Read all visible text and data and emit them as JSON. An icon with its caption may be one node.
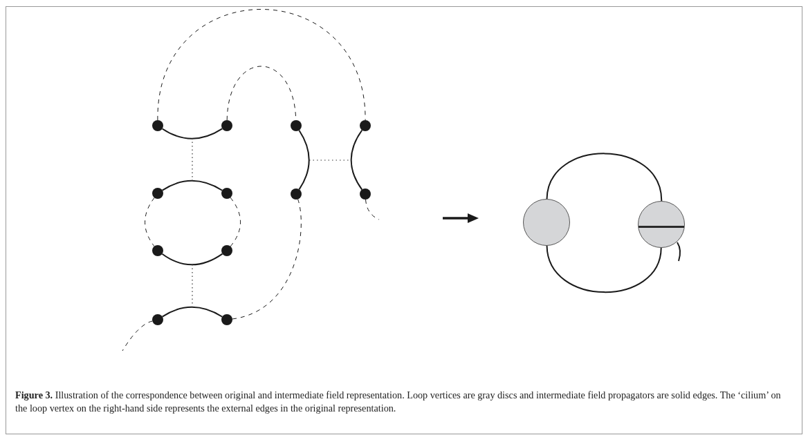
{
  "diagram": {
    "caption": "**Figure 3.** Illustration of the correspondence between original and intermediate field representation. Loop vertices are gray discs and intermediate field propagators are solid edges. The ‘cilium’ on the loop vertex on the right-hand side represents the external edges in the original representation.",
    "nodes": [
      {
        "text": [],
        "shape": "circle"
      },
      {
        "text": [],
        "shape": "circle"
      },
      {
        "text": [],
        "shape": "circle"
      },
      {
        "text": [],
        "shape": "circle"
      },
      {
        "text": [],
        "shape": "circle"
      },
      {
        "text": [],
        "shape": "circle"
      },
      {
        "text": [],
        "shape": "circle"
      },
      {
        "text": [],
        "shape": "circle"
      },
      {
        "text": [],
        "shape": "circle"
      },
      {
        "text": [],
        "shape": "circle"
      },
      {
        "text": [],
        "shape": "circle"
      },
      {
        "text": [],
        "shape": "circle"
      },
      {
        "text": [],
        "shape": "circle"
      },
      {
        "text": [],
        "shape": "circle"
      }
    ],
    "edges": [
      {
        "from": 0,
        "to": 1,
        "arrow": "none"
      },
      {
        "from": 0,
        "to": 3,
        "arrow": "none",
        "style": "dashed"
      },
      {
        "from": 1,
        "to": 2,
        "arrow": "none",
        "style": "dashed"
      },
      {
        "from": 2,
        "to": 6,
        "arrow": "none"
      },
      {
        "from": 3,
        "to": 7,
        "arrow": "none"
      },
      {
        "from": 4,
        "to": 5,
        "arrow": "none"
      },
      {
        "from": 4,
        "to": 8,
        "arrow": "none",
        "style": "dashed"
      },
      {
        "from": 5,
        "to": 9,
        "arrow": "none",
        "style": "dashed"
      },
      {
        "from": 8,
        "to": 9,
        "arrow": "none"
      },
      {
        "from": 10,
        "to": 11,
        "arrow": "none"
      },
      {
        "from": 11,
        "to": 6,
        "arrow": "none",
        "style": "dashed"
      },
      {
        "from": 7,
        "to": null,
        "arrow": "none",
        "style": "dashed"
      },
      {
        "from": 10,
        "to": null,
        "arrow": "none",
        "style": "dashed"
      },
      {
        "from": 12,
        "to": 13,
        "arrow": "none"
      },
      {
        "from": 12,
        "to": 13,
        "arrow": "none"
      }
    ]
  }
}
